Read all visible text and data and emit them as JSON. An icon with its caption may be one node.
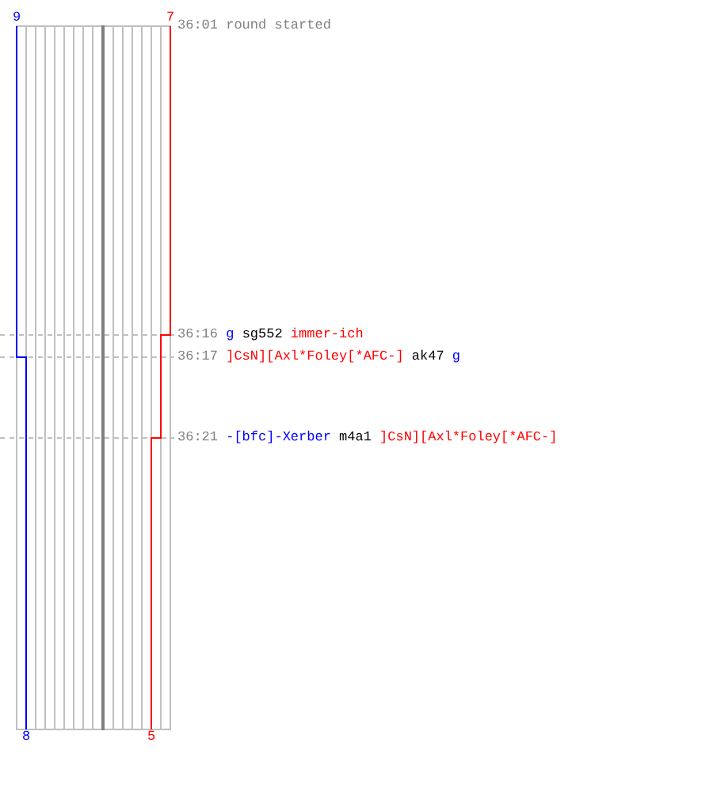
{
  "diagram": {
    "labels": [
      "9",
      "7",
      "36:01",
      "round started",
      "36:16",
      "g",
      "sg552",
      "immer-ich",
      "36:17",
      "]CsN][Axl*Foley[*AFC-]",
      "ak47",
      "g",
      "36:21",
      "-[bfc]-Xerber",
      "m4a1",
      "]CsN][Axl*Foley[*AFC-]",
      "8",
      "5"
    ]
  }
}
